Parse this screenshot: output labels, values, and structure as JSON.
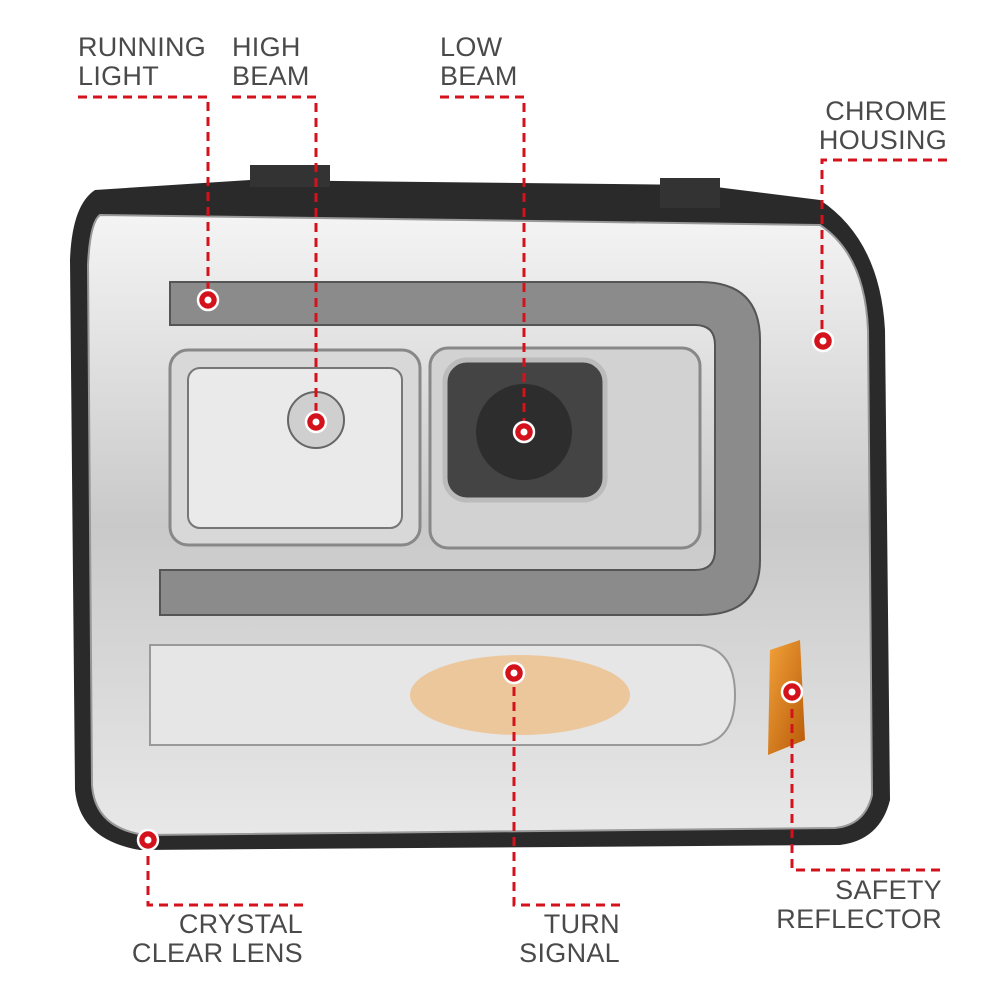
{
  "callouts": {
    "running_light": {
      "line1": "RUNNING",
      "line2": "LIGHT"
    },
    "high_beam": {
      "line1": "HIGH",
      "line2": "BEAM"
    },
    "low_beam": {
      "line1": "LOW",
      "line2": "BEAM"
    },
    "chrome_housing": {
      "line1": "CHROME",
      "line2": "HOUSING"
    },
    "safety_reflector": {
      "line1": "SAFETY",
      "line2": "REFLECTOR"
    },
    "turn_signal": {
      "line1": "TURN",
      "line2": "SIGNAL"
    },
    "crystal_clear_lens": {
      "line1": "CRYSTAL",
      "line2": "CLEAR LENS"
    }
  },
  "colors": {
    "accent": "#d3121c",
    "label": "#4a4a4a",
    "amber": "#e07a10"
  }
}
